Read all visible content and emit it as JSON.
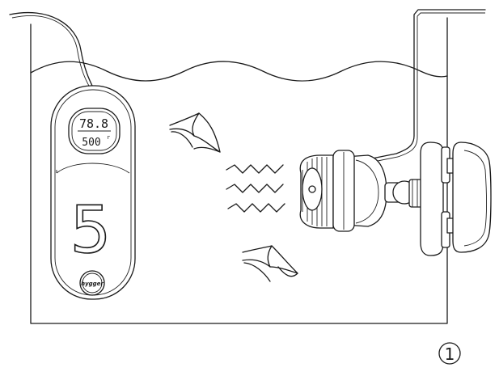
{
  "display": {
    "temperature": "78.8",
    "flow_rate": "500",
    "flow_rate_unit": "r"
  },
  "controller": {
    "level": "5",
    "brand_logo": "hygger"
  },
  "step_marker": "1"
}
